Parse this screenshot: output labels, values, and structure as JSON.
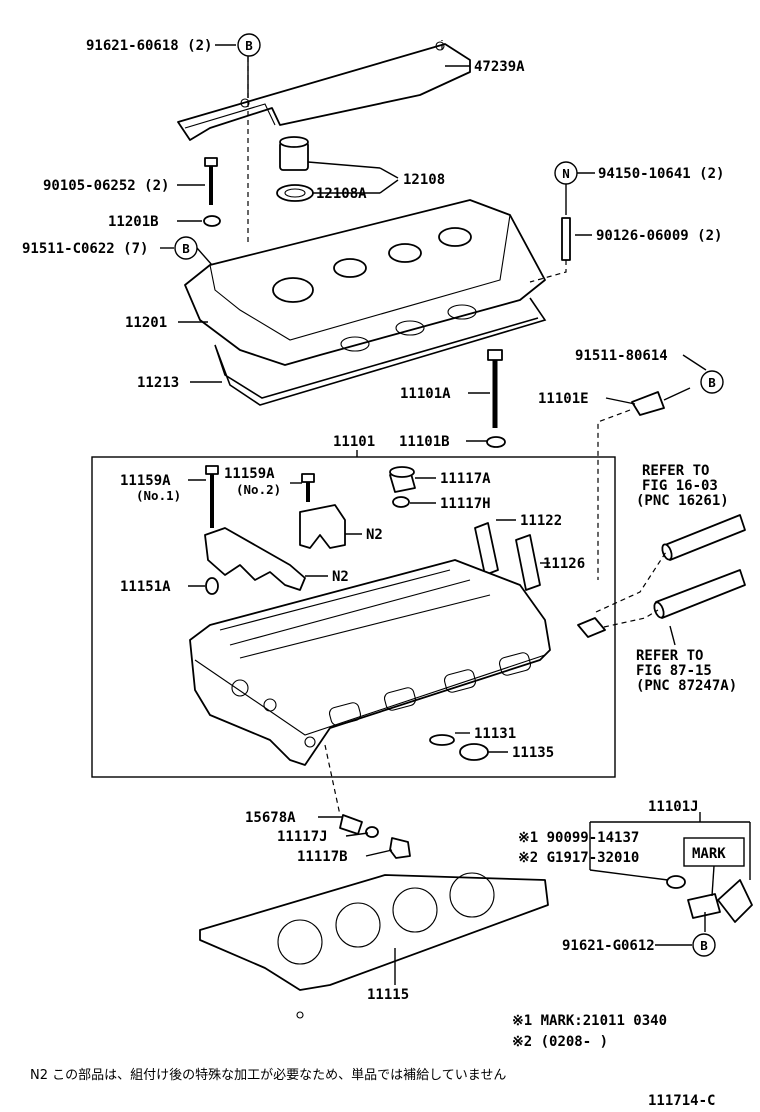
{
  "diagram_id": "111714-C",
  "labels": {
    "p91621_60618": "91621-60618 (2)",
    "p47239A": "47239A",
    "p12108": "12108",
    "p12108A": "12108A",
    "p90105_06252": "90105-06252 (2)",
    "p11201B": "11201B",
    "p91511_C0622": "91511-C0622 (7)",
    "p94150_10641": "94150-10641 (2)",
    "p90126_06009": "90126-06009 (2)",
    "p11201": "11201",
    "p11213": "11213",
    "p91511_80614": "91511-80614",
    "p11101A": "11101A",
    "p11101E": "11101E",
    "p11101B": "11101B",
    "p11101": "11101",
    "p11159A_1": "11159A",
    "p11159A_1_sub": "(No.1)",
    "p11159A_2": "11159A",
    "p11159A_2_sub": "(No.2)",
    "p11117A": "11117A",
    "p11117H": "11117H",
    "pN2_a": "N2",
    "pN2_b": "N2",
    "p11122": "11122",
    "p11126": "11126",
    "p11151A": "11151A",
    "p11131": "11131",
    "p11135": "11135",
    "p15678A": "15678A",
    "p11117J": "11117J",
    "p11117B": "11117B",
    "p11115": "11115",
    "p11101J": "11101J",
    "p190099": "※1 90099-14137",
    "pG1917": "※2 G1917-32010",
    "pMark": "MARK",
    "p91621_G0612": "91621-G0612",
    "ref1_l1": "REFER TO",
    "ref1_l2": "FIG 16-03",
    "ref1_l3": "(PNC 16261)",
    "ref2_l1": "REFER TO",
    "ref2_l2": "FIG 87-15",
    "ref2_l3": "(PNC 87247A)",
    "note1": "※1 MARK:21011 0340",
    "note2": "※2 (0208-      )",
    "footnote": "N2 この部品は、組付け後の特殊な加工が必要なため、単品では補給していません"
  },
  "circles": {
    "B": "B",
    "N": "N"
  }
}
